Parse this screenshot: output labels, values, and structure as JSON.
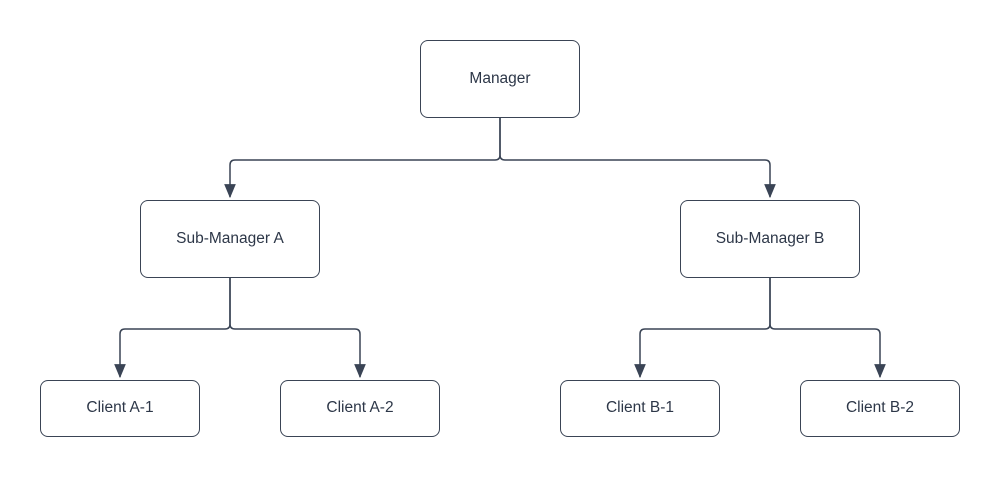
{
  "diagram": {
    "kind": "org-chart",
    "background_color": "#ffffff",
    "node_fill_color": "#ffffff",
    "node_border_color": "#3a4455",
    "text_color": "#2d3748",
    "connector_color": "#3a4455",
    "nodes": [
      {
        "id": "manager",
        "label": "Manager",
        "level": 1
      },
      {
        "id": "sub-manager-a",
        "label": "Sub-Manager A",
        "level": 2
      },
      {
        "id": "sub-manager-b",
        "label": "Sub-Manager B",
        "level": 2
      },
      {
        "id": "client-a1",
        "label": "Client A-1",
        "level": 3
      },
      {
        "id": "client-a2",
        "label": "Client A-2",
        "level": 3
      },
      {
        "id": "client-b1",
        "label": "Client B-1",
        "level": 3
      },
      {
        "id": "client-b2",
        "label": "Client B-2",
        "level": 3
      }
    ],
    "edges": [
      {
        "from": "manager",
        "to": "sub-manager-a"
      },
      {
        "from": "manager",
        "to": "sub-manager-b"
      },
      {
        "from": "sub-manager-a",
        "to": "client-a1"
      },
      {
        "from": "sub-manager-a",
        "to": "client-a2"
      },
      {
        "from": "sub-manager-b",
        "to": "client-b1"
      },
      {
        "from": "sub-manager-b",
        "to": "client-b2"
      }
    ]
  }
}
